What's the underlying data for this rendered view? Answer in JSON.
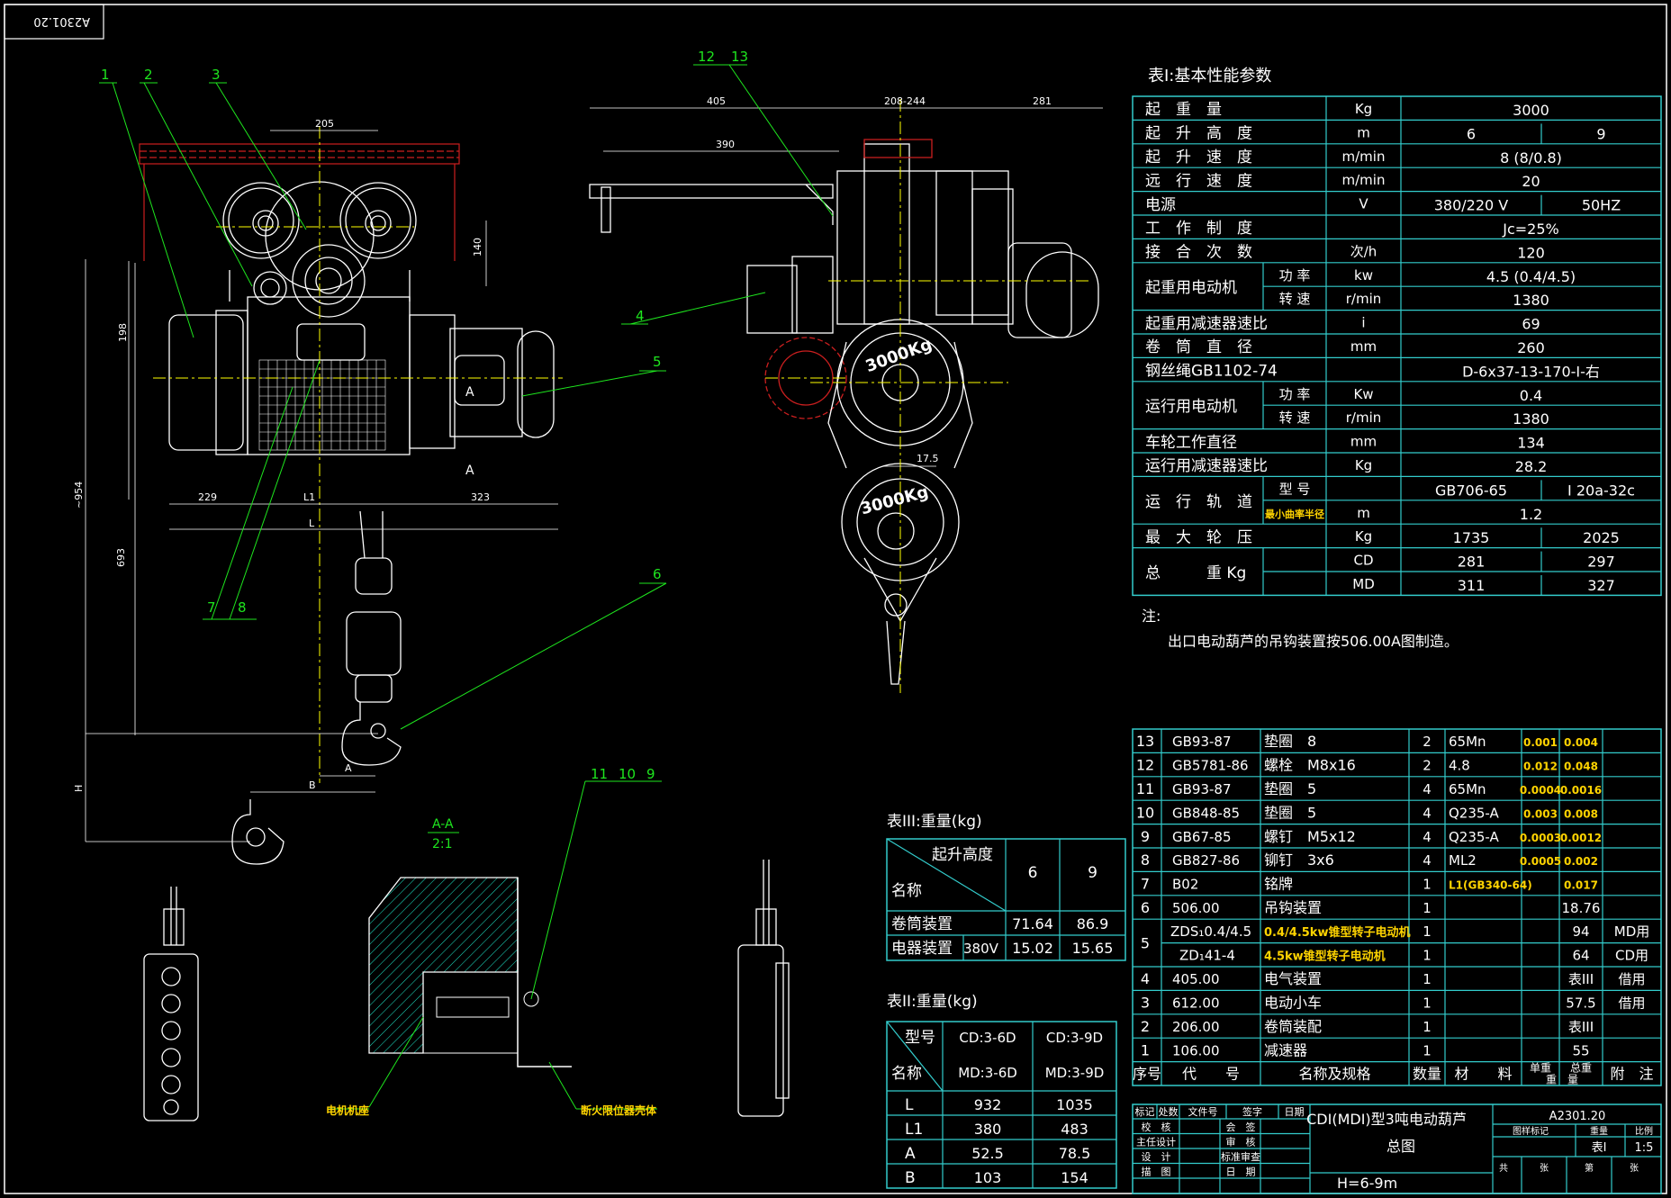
{
  "colors": {
    "background": "#000000",
    "outline": "#ffffff",
    "grid": "#33cccc",
    "leader": "#00ff00",
    "centerline": "#ffff00",
    "rail": "#cc1f1f",
    "table_text": "#ffffff",
    "highlight": "#ffd400"
  },
  "stamp": "A2301.20",
  "drawing": {
    "callouts": [
      "1",
      "2",
      "3",
      "4",
      "5",
      "6",
      "7",
      "8",
      "9",
      "10",
      "11",
      "12",
      "13"
    ],
    "dims": {
      "d205": "205",
      "d140": "140",
      "d198": "198",
      "d954": "~954",
      "d693": "693",
      "d229": "229",
      "dL1": "L1",
      "dL": "L",
      "d323": "323",
      "dA": "A",
      "dB": "B",
      "dH": "H",
      "d405": "405",
      "d390": "390",
      "d208": "208-244",
      "d281": "281",
      "d175": "17.5"
    },
    "section_marks": [
      "A",
      "A"
    ],
    "capacity_label": "3000Kg",
    "detail_title": "A-A",
    "detail_scale": "2:1",
    "label_motor_base": "电机机座",
    "label_limit_housing": "断火限位器壳体"
  },
  "table1": {
    "title": "表Ⅰ:基本性能参数",
    "rows": [
      {
        "name": "起　重　量",
        "unit": "Kg",
        "values": [
          "3000"
        ]
      },
      {
        "name": "起　升　高　度",
        "unit": "m",
        "values": [
          "6",
          "9"
        ]
      },
      {
        "name": "起　升　速　度",
        "unit": "m/min",
        "values": [
          "8 (8/0.8)"
        ]
      },
      {
        "name": "远　行　速　度",
        "unit": "m/min",
        "values": [
          "20"
        ]
      },
      {
        "name": "电源",
        "unit": "V",
        "values": [
          "380/220 V",
          "50HZ"
        ]
      },
      {
        "name": "工　作　制　度",
        "unit": "",
        "values": [
          "Jc=25%"
        ]
      },
      {
        "name": "接　合　次　数",
        "unit": "次/h",
        "values": [
          "120"
        ]
      },
      {
        "name": "起重用电动机",
        "sub": "功 率",
        "unit": "kw",
        "values": [
          "4.5 (0.4/4.5)"
        ]
      },
      {
        "name": "",
        "sub": "转 速",
        "unit": "r/min",
        "values": [
          "1380"
        ]
      },
      {
        "name": "起重用减速器速比",
        "unit": "i",
        "values": [
          "69"
        ]
      },
      {
        "name": "卷　筒　直　径",
        "unit": "mm",
        "values": [
          "260"
        ]
      },
      {
        "name": "钢丝绳GB1102-74",
        "unit": "",
        "values": [
          "D-6x37-13-170-Ⅰ-右"
        ]
      },
      {
        "name": "运行用电动机",
        "sub": "功 率",
        "unit": "Kw",
        "values": [
          "0.4"
        ]
      },
      {
        "name": "",
        "sub": "转 速",
        "unit": "r/min",
        "values": [
          "1380"
        ]
      },
      {
        "name": "车轮工作直径",
        "unit": "mm",
        "values": [
          "134"
        ]
      },
      {
        "name": "运行用减速器速比",
        "unit": "Kg",
        "values": [
          "28.2"
        ]
      },
      {
        "name": "运　行　轨　道",
        "sub": "型 号",
        "unit": "",
        "values": [
          "GB706-65",
          "I 20a-32c"
        ]
      },
      {
        "name": "",
        "sub": "最小曲率半径",
        "unit": "m",
        "values": [
          "1.2"
        ]
      },
      {
        "name": "最　大　轮　压",
        "unit": "Kg",
        "values": [
          "1735",
          "2025"
        ]
      },
      {
        "name": "总　　　重 Kg",
        "sub": "",
        "unit": "CD",
        "values": [
          "281",
          "297"
        ]
      },
      {
        "name": "",
        "sub": "",
        "unit": "MD",
        "values": [
          "311",
          "327"
        ]
      }
    ]
  },
  "notes": {
    "title": "注:",
    "text": "出口电动葫芦的吊钩装置按506.00A图制造。"
  },
  "table3": {
    "title": "表III:重量(kg)",
    "corner_top": "起升高度",
    "corner_bottom": "名称",
    "cols": [
      "6",
      "9"
    ],
    "rows": [
      {
        "name": "卷筒装置",
        "extra": "",
        "v": [
          "71.64",
          "86.9"
        ]
      },
      {
        "name": "电器装置",
        "extra": "380V",
        "v": [
          "15.02",
          "15.65"
        ]
      }
    ]
  },
  "table2": {
    "title": "表II:重量(kg)",
    "corner_top": "型号",
    "corner_bottom": "名称",
    "cols": [
      [
        "CD:3-6D",
        "MD:3-6D"
      ],
      [
        "CD:3-9D",
        "MD:3-9D"
      ]
    ],
    "rows": [
      {
        "name": "L",
        "v": [
          "932",
          "1035"
        ]
      },
      {
        "name": "L1",
        "v": [
          "380",
          "483"
        ]
      },
      {
        "name": "A",
        "v": [
          "52.5",
          "78.5"
        ]
      },
      {
        "name": "B",
        "v": [
          "103",
          "154"
        ]
      }
    ]
  },
  "bom": {
    "rows": [
      {
        "no": "13",
        "code": "GB93-87",
        "name": "垫圈　8",
        "qty": "2",
        "mat": "65Mn",
        "w1": "0.001",
        "w2": "0.004",
        "note": ""
      },
      {
        "no": "12",
        "code": "GB5781-86",
        "name": "螺栓　M8x16",
        "qty": "2",
        "mat": "4.8",
        "w1": "0.012",
        "w2": "0.048",
        "note": ""
      },
      {
        "no": "11",
        "code": "GB93-87",
        "name": "垫圈　5",
        "qty": "4",
        "mat": "65Mn",
        "w1": "0.0004",
        "w2": "0.0016",
        "note": ""
      },
      {
        "no": "10",
        "code": "GB848-85",
        "name": "垫圈　5",
        "qty": "4",
        "mat": "Q235-A",
        "w1": "0.003",
        "w2": "0.008",
        "note": ""
      },
      {
        "no": "9",
        "code": "GB67-85",
        "name": "螺钉　M5x12",
        "qty": "4",
        "mat": "Q235-A",
        "w1": "0.0003",
        "w2": "0.0012",
        "note": ""
      },
      {
        "no": "8",
        "code": "GB827-86",
        "name": "铆钉　3x6",
        "qty": "4",
        "mat": "ML2",
        "w1": "0.0005",
        "w2": "0.002",
        "note": ""
      },
      {
        "no": "7",
        "code": "B02",
        "name": "铭牌",
        "qty": "1",
        "mat": "L1(GB340-64)",
        "w1": "",
        "w2": "0.017",
        "note": ""
      },
      {
        "no": "6",
        "code": "506.00",
        "name": "吊钩装置",
        "qty": "1",
        "mat": "",
        "w1": "",
        "w2": "18.76",
        "note": ""
      },
      {
        "no": "5",
        "code": "ZDS₁0.4/4.5",
        "code2": "ZD₁41-4",
        "name": "0.4/4.5kw锥型转子电动机",
        "name2": "4.5kw锥型转子电动机",
        "qty": "1",
        "qty2": "1",
        "mat": "",
        "w1": "",
        "w2": "94",
        "w2b": "64",
        "note": "MD用",
        "note2": "CD用"
      },
      {
        "no": "4",
        "code": "405.00",
        "name": "电气装置",
        "qty": "1",
        "mat": "",
        "w1": "",
        "w2": "表III",
        "note": "借用"
      },
      {
        "no": "3",
        "code": "612.00",
        "name": "电动小车",
        "qty": "1",
        "mat": "",
        "w1": "",
        "w2": "57.5",
        "note": "借用"
      },
      {
        "no": "2",
        "code": "206.00",
        "name": "卷筒装配",
        "qty": "1",
        "mat": "",
        "w1": "",
        "w2": "表III",
        "note": ""
      },
      {
        "no": "1",
        "code": "106.00",
        "name": "减速器",
        "qty": "1",
        "mat": "",
        "w1": "",
        "w2": "55",
        "note": ""
      }
    ],
    "header": {
      "no": "序号",
      "code": "代　　号",
      "name": "名称及规格",
      "qty": "数量",
      "mat": "材　　料",
      "w1": "单重",
      "w2": "总重",
      "wt": "重　量",
      "note": "附　注"
    }
  },
  "title_block": {
    "hdr": [
      "标记",
      "处数",
      "文件号",
      "签字",
      "日期"
    ],
    "roles": [
      "校　核",
      "主任设计",
      "设　计",
      "描　图"
    ],
    "roles2": [
      "会　签",
      "审　核",
      "标准审查",
      "日　期"
    ],
    "title": "CDI(MDI)型3吨电动葫芦",
    "subtitle": "总图",
    "range": "H=6-9m",
    "drawing_no": "A2301.20",
    "stage_hdr": [
      "图样标记",
      "重量",
      "比例"
    ],
    "stage": "表I",
    "scale": "1:5",
    "sheet": [
      "共",
      "张",
      "第",
      "张"
    ]
  }
}
